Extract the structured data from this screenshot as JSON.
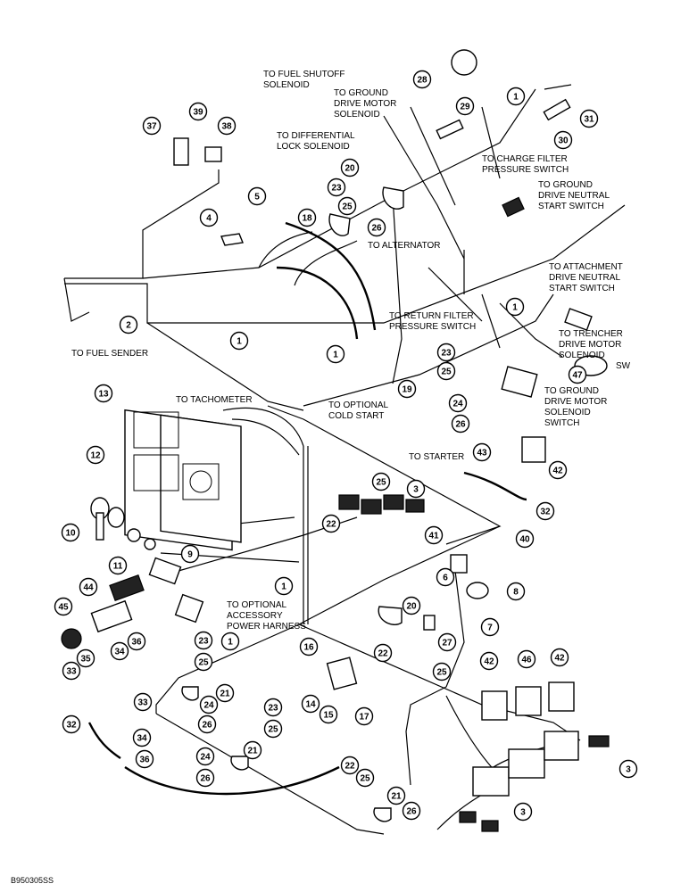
{
  "labels": {
    "fuel_shutoff": [
      "TO FUEL SHUTOFF",
      "SOLENOID"
    ],
    "ground_drive_motor_solenoid": [
      "TO GROUND",
      "DRIVE MOTOR",
      "SOLENOID"
    ],
    "differential_lock": [
      "TO DIFFERENTIAL",
      "LOCK SOLENOID"
    ],
    "charge_filter": [
      "TO CHARGE FILTER",
      "PRESSURE SWITCH"
    ],
    "ground_drive_neutral": [
      "TO GROUND",
      "DRIVE NEUTRAL",
      "START SWITCH"
    ],
    "alternator": [
      "TO ALTERNATOR"
    ],
    "attachment_drive": [
      "TO ATTACHMENT",
      "DRIVE NEUTRAL",
      "START SWITCH"
    ],
    "return_filter": [
      "TO RETURN FILTER",
      "PRESSURE SWITCH"
    ],
    "trencher": [
      "TO TRENCHER",
      "DRIVE MOTOR",
      "SOLENOID"
    ],
    "trencher_sw": [
      "SW"
    ],
    "fuel_sender": [
      "TO FUEL SENDER"
    ],
    "ground_drive_motor_switch": [
      "TO GROUND",
      "DRIVE MOTOR",
      "SOLENOID",
      "SWITCH"
    ],
    "tachometer": [
      "TO TACHOMETER"
    ],
    "optional_cold_start": [
      "TO OPTIONAL",
      "COLD START"
    ],
    "starter": [
      "TO STARTER"
    ],
    "accessory_power": [
      "TO OPTIONAL",
      "ACCESSORY",
      "POWER HARNESS"
    ]
  },
  "callouts": {
    "c1a": "1",
    "c1b": "1",
    "c1c": "1",
    "c1d": "1",
    "c1e": "1",
    "c1f": "1",
    "c2": "2",
    "c3a": "3",
    "c3b": "3",
    "c3c": "3",
    "c4": "4",
    "c5": "5",
    "c6": "6",
    "c7": "7",
    "c8": "8",
    "c9": "9",
    "c10": "10",
    "c11": "11",
    "c12": "12",
    "c13": "13",
    "c14": "14",
    "c15": "15",
    "c16": "16",
    "c17": "17",
    "c18": "18",
    "c19": "19",
    "c20a": "20",
    "c20b": "20",
    "c21a": "21",
    "c21b": "21",
    "c21c": "21",
    "c22a": "22",
    "c22b": "22",
    "c22c": "22",
    "c23a": "23",
    "c23b": "23",
    "c23c": "23",
    "c23d": "23",
    "c24a": "24",
    "c24b": "24",
    "c24c": "24",
    "c25a": "25",
    "c25b": "25",
    "c25c": "25",
    "c25d": "25",
    "c25e": "25",
    "c25f": "25",
    "c25g": "25",
    "c26a": "26",
    "c26b": "26",
    "c26c": "26",
    "c26d": "26",
    "c26e": "26",
    "c27": "27",
    "c28": "28",
    "c29": "29",
    "c30": "30",
    "c31": "31",
    "c32a": "32",
    "c32b": "32",
    "c33a": "33",
    "c33b": "33",
    "c34a": "34",
    "c34b": "34",
    "c35": "35",
    "c36a": "36",
    "c36b": "36",
    "c37": "37",
    "c38": "38",
    "c39": "39",
    "c40": "40",
    "c41": "41",
    "c42a": "42",
    "c42b": "42",
    "c42c": "42",
    "c43": "43",
    "c44": "44",
    "c45": "45",
    "c46": "46",
    "c47": "47"
  },
  "figure_code": "B950305SS"
}
